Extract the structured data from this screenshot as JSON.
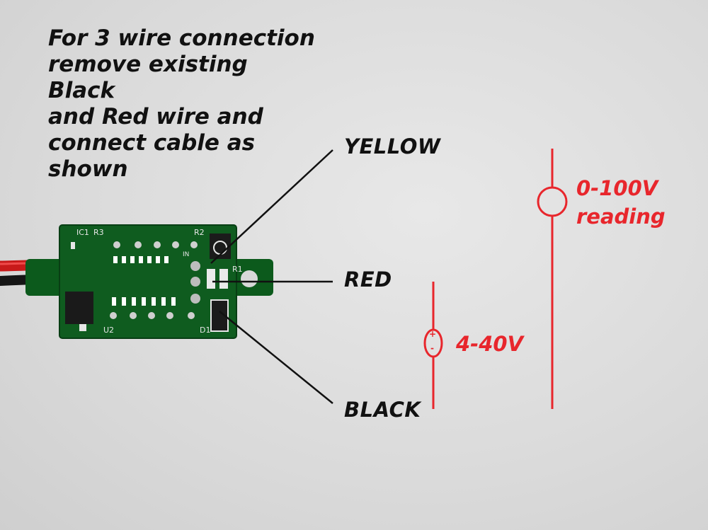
{
  "instructions": {
    "line1": "For 3 wire connection",
    "line2": "remove existing Black",
    "line3": "and Red wire and",
    "line4": "connect cable as",
    "line5": "shown"
  },
  "wires": {
    "yellow": "YELLOW",
    "red": "RED",
    "black": "BLACK"
  },
  "supplies": {
    "measure": {
      "line1": "0-100V",
      "line2": "reading"
    },
    "power": {
      "label": "4-40V",
      "plus": "+",
      "minus": "-"
    }
  },
  "pcb_labels": {
    "ic1": "IC1",
    "r3": "R3",
    "r2": "R2",
    "in": "IN",
    "r1": "R1",
    "u2": "U2",
    "d1": "D1"
  },
  "colors": {
    "annotation_red": "#e8262c",
    "pcb_green": "#0e5a1e",
    "wire_red": "#d81e1e",
    "wire_black": "#141414"
  }
}
